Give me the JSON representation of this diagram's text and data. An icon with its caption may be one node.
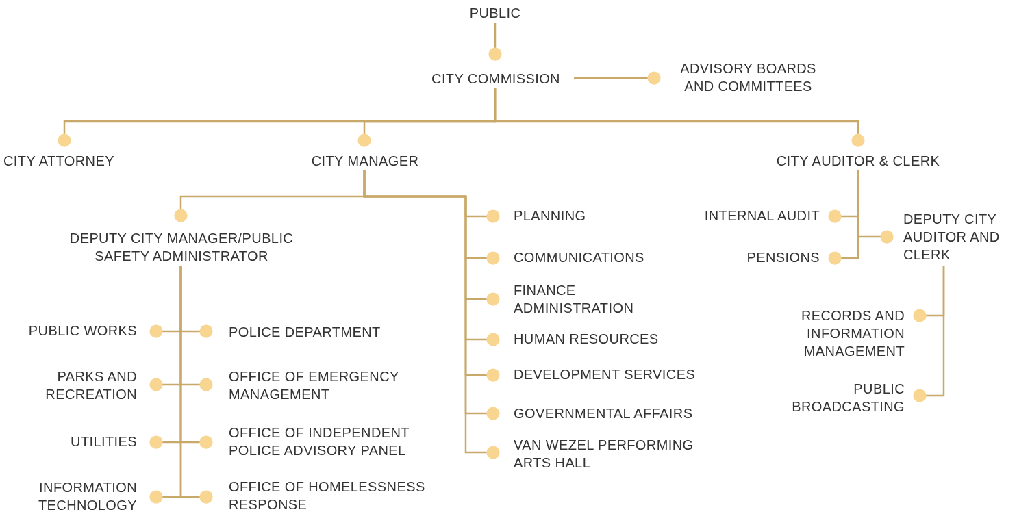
{
  "diagram": {
    "nodes": [
      {
        "text": [
          "PUBLIC"
        ]
      },
      {
        "text": [
          "CITY COMMISSION"
        ]
      },
      {
        "text": [
          "ADVISORY BOARDS AND COMMITTEES"
        ]
      },
      {
        "text": [
          "CITY ATTORNEY"
        ]
      },
      {
        "text": [
          "CITY MANAGER"
        ]
      },
      {
        "text": [
          "CITY AUDITOR & CLERK"
        ]
      },
      {
        "text": [
          "DEPUTY CITY MANAGER/PUBLIC SAFETY ADMINISTRATOR"
        ]
      },
      {
        "text": [
          "PLANNING"
        ]
      },
      {
        "text": [
          "COMMUNICATIONS"
        ]
      },
      {
        "text": [
          "FINANCE ADMINISTRATION"
        ]
      },
      {
        "text": [
          "HUMAN RESOURCES"
        ]
      },
      {
        "text": [
          "DEVELOPMENT SERVICES"
        ]
      },
      {
        "text": [
          "GOVERNMENTAL AFFAIRS"
        ]
      },
      {
        "text": [
          "VAN WEZEL PERFORMING ARTS HALL"
        ]
      },
      {
        "text": [
          "INTERNAL AUDIT"
        ]
      },
      {
        "text": [
          "PENSIONS"
        ]
      },
      {
        "text": [
          "DEPUTY CITY AUDITOR AND CLERK"
        ]
      },
      {
        "text": [
          "RECORDS AND INFORMATION MANAGEMENT"
        ]
      },
      {
        "text": [
          "PUBLIC BROADCASTING"
        ]
      },
      {
        "text": [
          "PUBLIC WORKS"
        ]
      },
      {
        "text": [
          "POLICE DEPARTMENT"
        ]
      },
      {
        "text": [
          "PARKS AND RECREATION"
        ]
      },
      {
        "text": [
          "OFFICE OF EMERGENCY MANAGEMENT"
        ]
      },
      {
        "text": [
          "UTILITIES"
        ]
      },
      {
        "text": [
          "OFFICE OF INDEPENDENT POLICE ADVISORY PANEL"
        ]
      },
      {
        "text": [
          "INFORMATION TECHNOLOGY"
        ]
      },
      {
        "text": [
          "OFFICE OF HOMELESSNESS RESPONSE"
        ]
      }
    ],
    "edges": [
      {
        "from": 0,
        "to": 1,
        "arrow": "other"
      },
      {
        "from": 1,
        "to": 2,
        "arrow": "other"
      },
      {
        "from": 1,
        "to": 3,
        "arrow": "other"
      },
      {
        "from": 1,
        "to": 4,
        "arrow": "other"
      },
      {
        "from": 1,
        "to": 5,
        "arrow": "other"
      },
      {
        "from": 4,
        "to": 6,
        "arrow": "other"
      },
      {
        "from": 4,
        "to": 7,
        "arrow": "other"
      },
      {
        "from": 4,
        "to": 8,
        "arrow": "other"
      },
      {
        "from": 4,
        "to": 9,
        "arrow": "other"
      },
      {
        "from": 4,
        "to": 10,
        "arrow": "other"
      },
      {
        "from": 4,
        "to": 11,
        "arrow": "other"
      },
      {
        "from": 4,
        "to": 12,
        "arrow": "other"
      },
      {
        "from": 4,
        "to": 13,
        "arrow": "other"
      },
      {
        "from": 5,
        "to": 14,
        "arrow": "other"
      },
      {
        "from": 5,
        "to": 15,
        "arrow": "other"
      },
      {
        "from": 5,
        "to": 16,
        "arrow": "other"
      },
      {
        "from": 16,
        "to": 17,
        "arrow": "other"
      },
      {
        "from": 16,
        "to": 18,
        "arrow": "other"
      },
      {
        "from": 6,
        "to": 19,
        "arrow": "other"
      },
      {
        "from": 6,
        "to": 20,
        "arrow": "other"
      },
      {
        "from": 6,
        "to": 21,
        "arrow": "other"
      },
      {
        "from": 6,
        "to": 22,
        "arrow": "other"
      },
      {
        "from": 6,
        "to": 23,
        "arrow": "other"
      },
      {
        "from": 6,
        "to": 24,
        "arrow": "other"
      },
      {
        "from": 6,
        "to": 25,
        "arrow": "other"
      },
      {
        "from": 6,
        "to": 26,
        "arrow": "other"
      }
    ]
  }
}
